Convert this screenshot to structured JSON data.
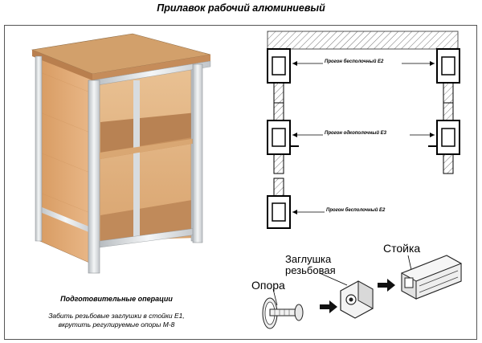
{
  "title": "Прилавок рабочий алюминиевый",
  "caption": {
    "heading": "Подготовительные операции",
    "line1": "Забить резьбовые заглушки в стойки Е1,",
    "line2": "вкрутить регулируемые опоры М-8"
  },
  "profiles": {
    "e2_top": "Прогон бесполочный Е2",
    "e3": "Прогон одкополочный Е3",
    "e2_bottom": "Прогон бесполочный Е2"
  },
  "assembly": {
    "stoyka": "Стойка",
    "zaglushka_line1": "Заглушка",
    "zaglushka_line2": "резьбовая",
    "opora": "Опора"
  },
  "colors": {
    "wood_top": "#d4a06b",
    "wood_side": "#e6b98a",
    "aluminium": "#dfe3e6"
  }
}
